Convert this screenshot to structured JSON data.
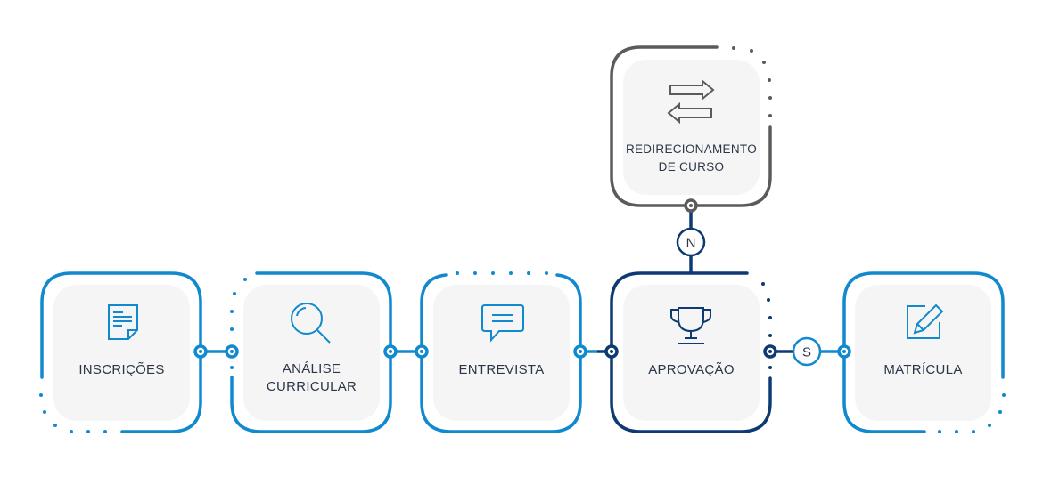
{
  "colors": {
    "primary": "#1089cf",
    "dark": "#0e3a73",
    "grey": "#5b5b5b",
    "tile": "#f5f5f5",
    "text": "#2b3648"
  },
  "steps": [
    {
      "id": "inscricoes",
      "lines": [
        "INSCRIÇÕES"
      ],
      "icon": "document-icon"
    },
    {
      "id": "analise",
      "lines": [
        "ANÁLISE",
        "CURRICULAR"
      ],
      "icon": "magnifier-icon"
    },
    {
      "id": "entrevista",
      "lines": [
        "ENTREVISTA"
      ],
      "icon": "chat-bubble-icon"
    },
    {
      "id": "aprovacao",
      "lines": [
        "APROVAÇÃO"
      ],
      "icon": "trophy-icon"
    },
    {
      "id": "matricula",
      "lines": [
        "MATRÍCULA"
      ],
      "icon": "edit-pencil-icon"
    }
  ],
  "redirect": {
    "lines": [
      "REDIRECIONAMENTO",
      "DE CURSO"
    ],
    "icon": "swap-arrows-icon"
  },
  "decisions": {
    "no": "N",
    "yes": "S"
  }
}
